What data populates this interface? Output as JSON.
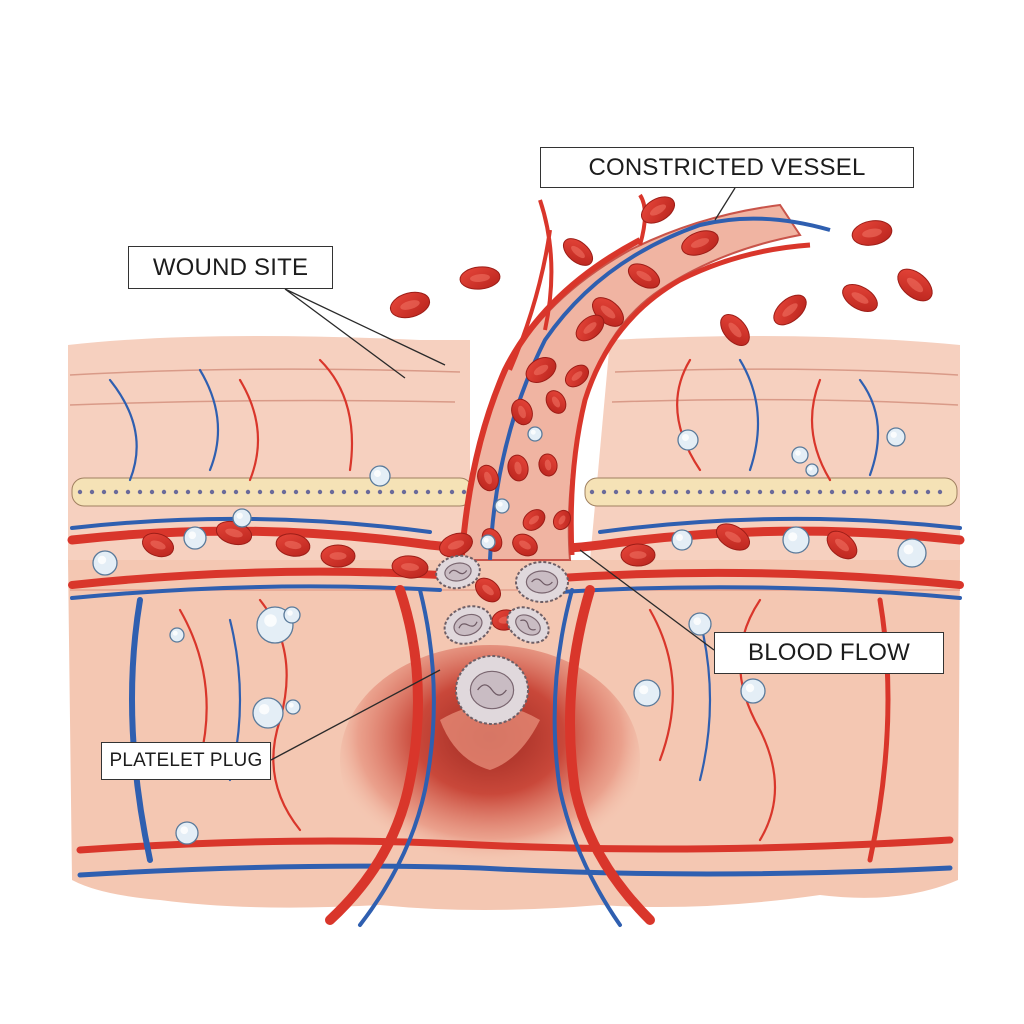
{
  "diagram": {
    "labels": {
      "constricted_vessel": "CONSTRICTED VESSEL",
      "wound_site": "WOUND SITE",
      "blood_flow": "BLOOD FLOW",
      "platelet_plug": "PLATELET PLUG"
    },
    "colors": {
      "skin": "#f5c8b4",
      "skin_dark": "#e9a890",
      "artery": "#d9362b",
      "vein": "#2f5fb0",
      "red_cell": "#d8332a",
      "platelet": "#d9d3d6",
      "wound": "#b8322a"
    }
  }
}
